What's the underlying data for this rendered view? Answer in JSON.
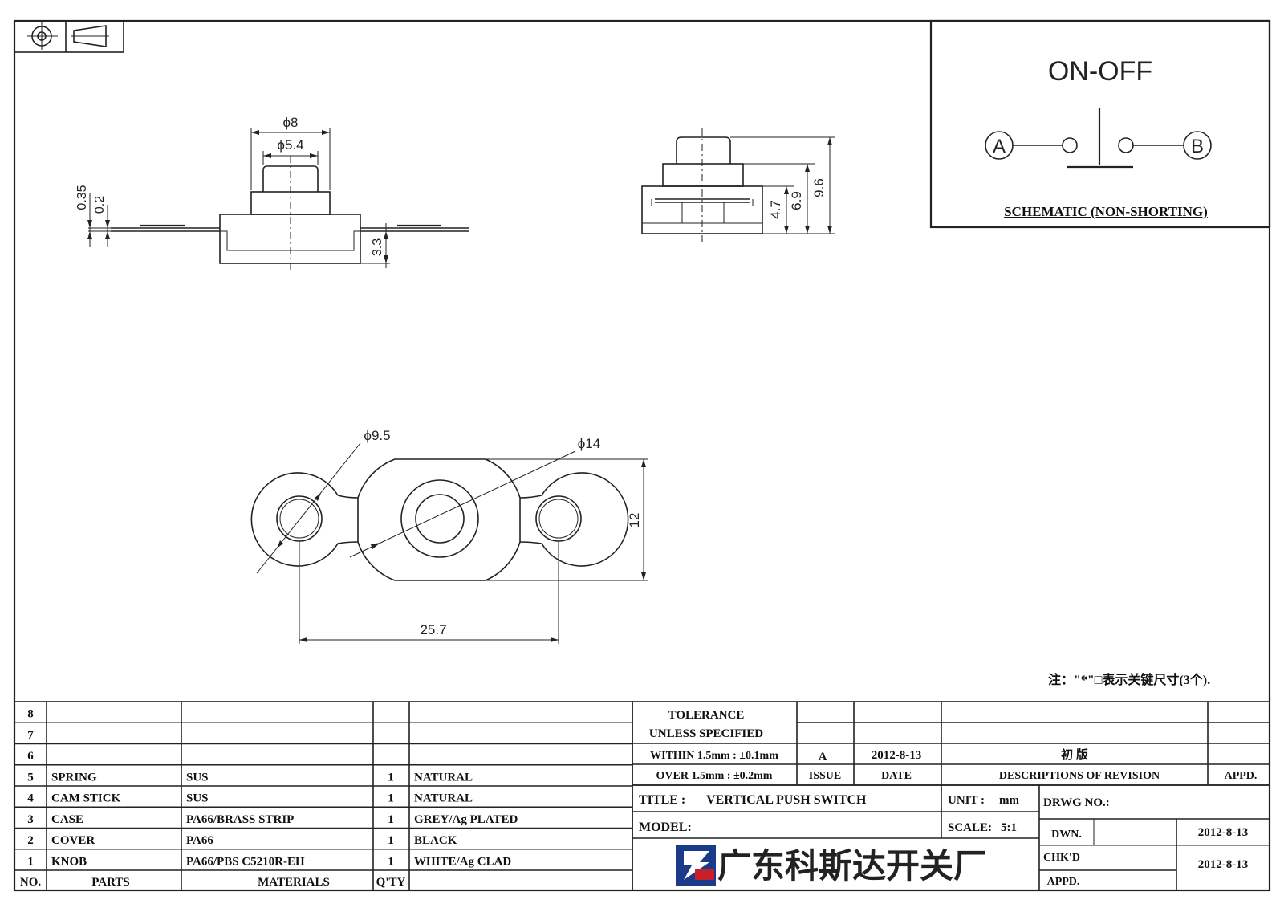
{
  "schematic": {
    "title": "ON-OFF",
    "terminal_a": "A",
    "terminal_b": "B",
    "caption": "SCHEMATIC (NON-SHORTING)"
  },
  "dimensions": {
    "front": {
      "outer_diameter": "ϕ8",
      "knob_diameter": "ϕ5.4",
      "thickness_a": "0.35",
      "thickness_b": "0.2",
      "depth": "3.3"
    },
    "side": {
      "h1": "4.7",
      "h2": "6.9",
      "h3": "9.6"
    },
    "top": {
      "small_hole": "ϕ9.5",
      "large_body": "ϕ14",
      "height": "12",
      "pitch": "25.7"
    }
  },
  "note": "注：\"*\"□表示关键尺寸(3个).",
  "bom": {
    "headers": {
      "no": "NO.",
      "parts": "PARTS",
      "materials": "MATERIALS",
      "qty": "Q'TY"
    },
    "rows": [
      {
        "no": "8",
        "part": "",
        "material": "",
        "qty": "",
        "finish": ""
      },
      {
        "no": "7",
        "part": "",
        "material": "",
        "qty": "",
        "finish": ""
      },
      {
        "no": "6",
        "part": "",
        "material": "",
        "qty": "",
        "finish": ""
      },
      {
        "no": "5",
        "part": "SPRING",
        "material": "SUS",
        "qty": "1",
        "finish": "NATURAL"
      },
      {
        "no": "4",
        "part": "CAM STICK",
        "material": "SUS",
        "qty": "1",
        "finish": "NATURAL"
      },
      {
        "no": "3",
        "part": "CASE",
        "material": "PA66/BRASS STRIP",
        "qty": "1",
        "finish": "GREY/Ag PLATED"
      },
      {
        "no": "2",
        "part": "COVER",
        "material": "PA66",
        "qty": "1",
        "finish": "BLACK"
      },
      {
        "no": "1",
        "part": "KNOB",
        "material": "PA66/PBS C5210R-EH",
        "qty": "1",
        "finish": "WHITE/Ag CLAD"
      }
    ]
  },
  "tolerance": {
    "line1": "TOLERANCE",
    "line2": "UNLESS  SPECIFIED",
    "line3": "WITHIN 1.5mm : ±0.1mm",
    "line4": "OVER 1.5mm : ±0.2mm"
  },
  "revision": {
    "issue_value": "A",
    "date_value": "2012-8-13",
    "description_value": "初  版",
    "issue_label": "ISSUE",
    "date_label": "DATE",
    "description_label": "DESCRIPTIONS OF REVISION",
    "appd_label": "APPD."
  },
  "title_block": {
    "title_label": "TITLE :",
    "title": "VERTICAL PUSH SWITCH",
    "unit_label": "UNIT :",
    "unit": "mm",
    "drwg_label": "DRWG NO.:",
    "model_label": "MODEL:",
    "scale_label": "SCALE:",
    "scale": "5:1",
    "dwn_label": "DWN.",
    "dwn_date": "2012-8-13",
    "chkd_label": "CHK'D",
    "chkd_date": "2012-8-13",
    "appd_label": "APPD.",
    "company": "广东科斯达开关厂"
  },
  "colors": {
    "line": "#222222",
    "logo_blue": "#1b3a8a",
    "logo_red": "#c8202a"
  }
}
